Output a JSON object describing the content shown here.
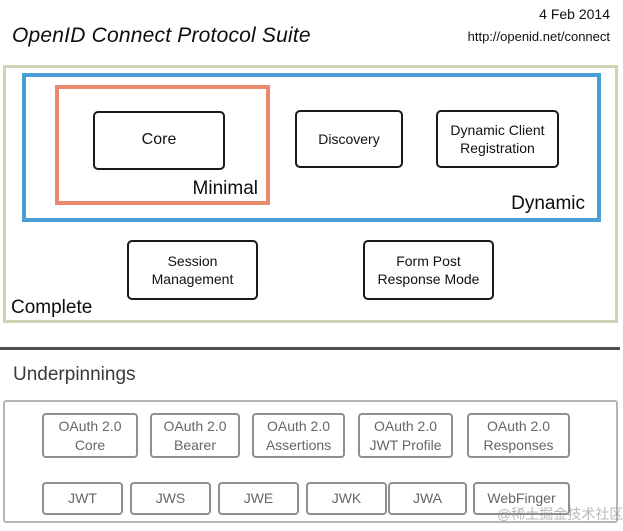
{
  "header": {
    "title": "OpenID Connect Protocol Suite",
    "date": "4 Feb 2014",
    "url": "http://openid.net/connect"
  },
  "groups": {
    "complete": "Complete",
    "dynamic": "Dynamic",
    "minimal": "Minimal"
  },
  "specs": {
    "core": [
      "Core"
    ],
    "discovery": [
      "Discovery"
    ],
    "dynamic_client_registration": [
      "Dynamic Client",
      "Registration"
    ],
    "session_management": [
      "Session",
      "Management"
    ],
    "form_post_response_mode": [
      "Form Post",
      "Response Mode"
    ]
  },
  "underpinnings": {
    "label": "Underpinnings",
    "row1": [
      [
        "OAuth 2.0",
        "Core"
      ],
      [
        "OAuth 2.0",
        "Bearer"
      ],
      [
        "OAuth 2.0",
        "Assertions"
      ],
      [
        "OAuth 2.0",
        "JWT Profile"
      ],
      [
        "OAuth 2.0",
        "Responses"
      ]
    ],
    "row2": [
      "JWT",
      "JWS",
      "JWE",
      "JWK",
      "JWA",
      "WebFinger"
    ]
  },
  "watermark": "@稀土掘金技术社区",
  "colors": {
    "green": "#c9d5b5",
    "blue": "#4a9ed7",
    "orange": "#e9896d",
    "box-border": "#1a1a1a",
    "gray-border": "#8f8f8f",
    "outer-gray": "#b5b5b5",
    "gray-text": "#666666",
    "separator": "#4f4f4f"
  }
}
